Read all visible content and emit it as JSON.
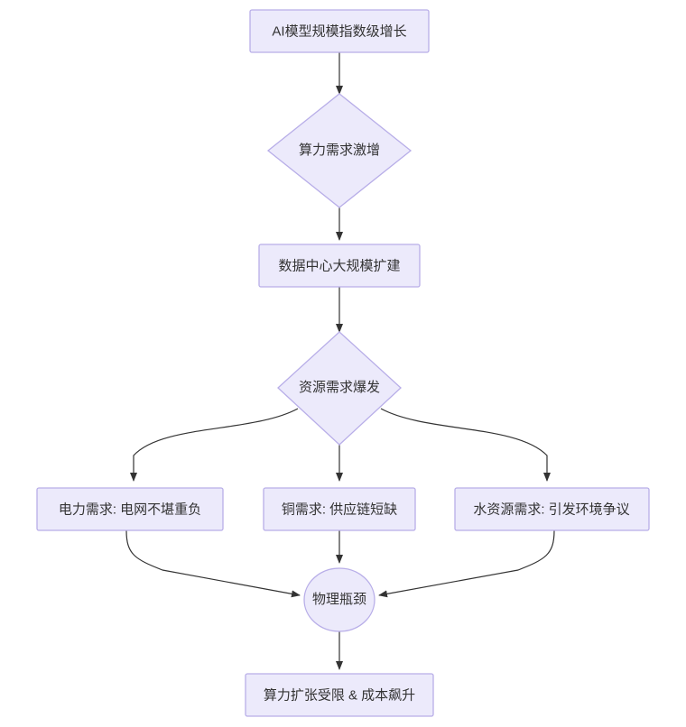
{
  "diagram": {
    "type": "flowchart",
    "orientation": "top-to-bottom",
    "background_color": "#ffffff",
    "node_fill_color": "#ECEAFB",
    "node_stroke_color": "#B8AEE8",
    "edge_color": "#333333",
    "text_color": "#333333",
    "nodes": [
      {
        "id": "n1",
        "shape": "rectangle",
        "label": "AI模型规模指数级增长"
      },
      {
        "id": "n2",
        "shape": "diamond",
        "label": "算力需求激增"
      },
      {
        "id": "n3",
        "shape": "rectangle",
        "label": "数据中心大规模扩建"
      },
      {
        "id": "n4",
        "shape": "diamond",
        "label": "资源需求爆发"
      },
      {
        "id": "n5",
        "shape": "rectangle",
        "label": "电力需求: 电网不堪重负"
      },
      {
        "id": "n6",
        "shape": "rectangle",
        "label": "铜需求: 供应链短缺"
      },
      {
        "id": "n7",
        "shape": "rectangle",
        "label": "水资源需求: 引发环境争议"
      },
      {
        "id": "n8",
        "shape": "circle",
        "label": "物理瓶颈"
      },
      {
        "id": "n9",
        "shape": "rectangle",
        "label": "算力扩张受限 & 成本飙升"
      }
    ],
    "edges": [
      {
        "from": "n1",
        "to": "n2",
        "label": ""
      },
      {
        "from": "n2",
        "to": "n3",
        "label": ""
      },
      {
        "from": "n3",
        "to": "n4",
        "label": ""
      },
      {
        "from": "n4",
        "to": "n5",
        "label": ""
      },
      {
        "from": "n4",
        "to": "n6",
        "label": ""
      },
      {
        "from": "n4",
        "to": "n7",
        "label": ""
      },
      {
        "from": "n5",
        "to": "n8",
        "label": ""
      },
      {
        "from": "n6",
        "to": "n8",
        "label": ""
      },
      {
        "from": "n7",
        "to": "n8",
        "label": ""
      },
      {
        "from": "n8",
        "to": "n9",
        "label": ""
      }
    ]
  }
}
